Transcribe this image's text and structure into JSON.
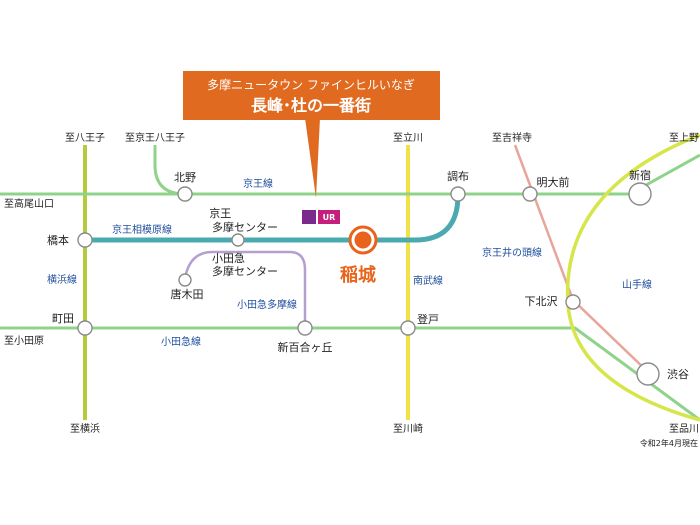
{
  "callout": {
    "line1": "多摩ニュータウン ファインヒルいなぎ",
    "line2": "長峰･杜の一番街",
    "color": "#e06a20"
  },
  "ur_logo": {
    "text": "UR",
    "color": "#c51f7b"
  },
  "target_station": {
    "name": "稲城",
    "color": "#e8641c"
  },
  "stations": {
    "kitano": "北野",
    "chofu": "調布",
    "meidaimae": "明大前",
    "shinjuku": "新宿",
    "hashimoto": "橋本",
    "keio_tama_center": "京王\n多摩センター",
    "odakyu_tama_center": "小田急\n多摩センター",
    "karakida": "唐木田",
    "shimokitazawa": "下北沢",
    "machida": "町田",
    "shinyurigaoka": "新百合ヶ丘",
    "noborito": "登戸",
    "shibuya": "渋谷"
  },
  "lines": {
    "keio": "京王線",
    "keio_sagamihara": "京王相模原線",
    "yokohama": "横浜線",
    "odakyu_tama": "小田急多摩線",
    "nambu": "南武線",
    "keio_inokashira": "京王井の頭線",
    "yamanote": "山手線",
    "odakyu": "小田急線"
  },
  "directions": {
    "hachioji_top": "至八王子",
    "keio_hachioji": "至京王八王子",
    "tachikawa": "至立川",
    "kichijoji": "至吉祥寺",
    "ueno": "至上野",
    "takaozanguchi": "至高尾山口",
    "odawara": "至小田原",
    "yokohama": "至横浜",
    "kawasaki": "至川崎",
    "shinagawa": "至品川"
  },
  "note": "令和2年4月現在",
  "colors": {
    "green_line": "#8fd38a",
    "teal_line": "#4aaab0",
    "olive_line": "#b6ca3d",
    "yellow_line": "#f2e24a",
    "purple_line": "#b3a0cf",
    "pink_line": "#e8a59a",
    "yamanote": "#d6e64a",
    "label_blue": "#1f4f9c"
  }
}
